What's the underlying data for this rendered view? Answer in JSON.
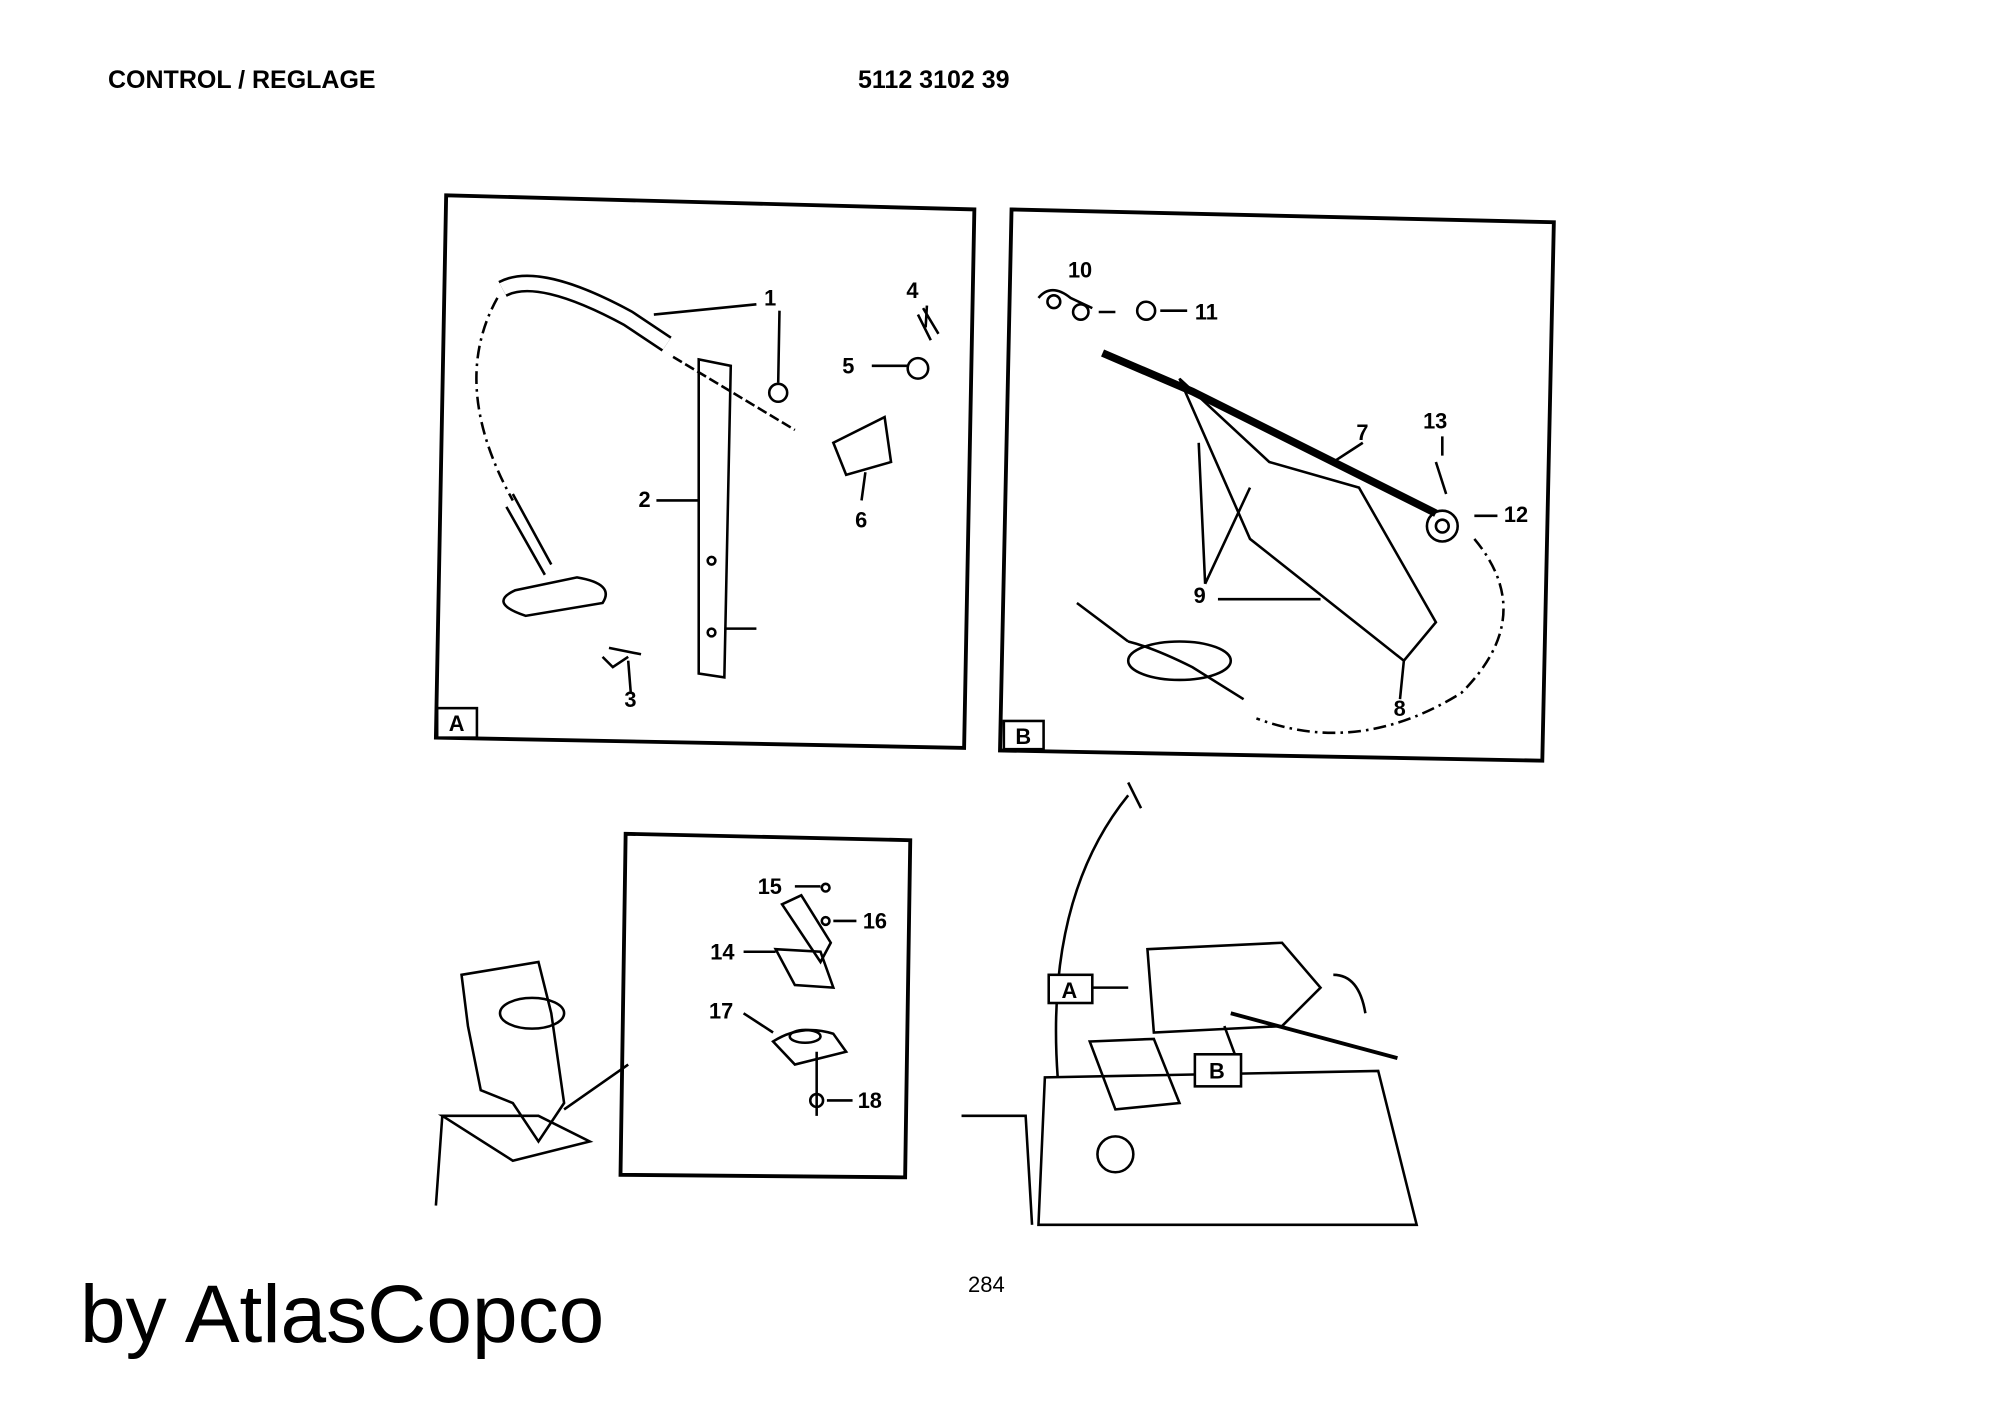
{
  "header": {
    "title": "CONTROL / REGLAGE",
    "part_number": "5112 3102 39"
  },
  "footer": {
    "page_number": "284",
    "brand": "by AtlasCopco"
  },
  "figure": {
    "panel_a": {
      "label": "A",
      "callouts": [
        "1",
        "2",
        "3",
        "4",
        "5",
        "6"
      ]
    },
    "panel_b": {
      "label": "B",
      "callouts": [
        "7",
        "8",
        "9",
        "10",
        "11",
        "12",
        "13"
      ]
    },
    "panel_c": {
      "callouts": [
        "14",
        "15",
        "16",
        "17",
        "18"
      ]
    },
    "overview": {
      "label_a": "A",
      "label_b": "B"
    }
  }
}
